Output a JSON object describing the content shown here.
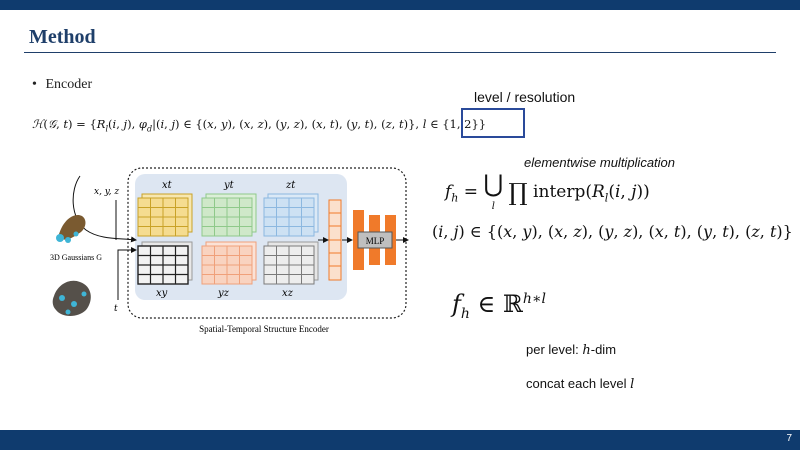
{
  "slide": {
    "title": "Method",
    "bullet": "Encoder",
    "page_number": "7"
  },
  "annotations": {
    "level_resolution": "level / resolution",
    "elementwise": "elementwise multiplication",
    "per_level": "per level: h-dim",
    "concat": "concat each level l"
  },
  "equations": {
    "hashgrid": "ℋ(𝒢, t) = {Rₗ(i, j), φ_d | (i, j) ∈ {(x, y), (x, z), (y, z), (x, t), (y, t), (z, t)}, l ∈ {1, 2}}",
    "fh_def": "f_h = ⋃_l ∏ interp(Rₗ(i, j))",
    "pairs": "(i, j) ∈ {(x, y), (x, z), (y, z), (x, t), (y, t), (z, t)}",
    "fh_dim": "f_h ∈ ℝ^{h*l}"
  },
  "figure": {
    "input_xyz": "x, y, z",
    "input_t": "t",
    "gaussians_label": "3D Gaussians G",
    "planes_top": [
      "xt",
      "yt",
      "zt"
    ],
    "planes_bottom": [
      "xy",
      "yz",
      "xz"
    ],
    "mlp_label": "MLP",
    "encoder_caption": "Spatial-Temporal Structure Encoder"
  },
  "colors": {
    "header_bar": "#0f3b6e",
    "title": "#1f3f6a",
    "highlight_box": "#2a4a9a",
    "mlp_orange": "#f07a2a",
    "plane_gold": "#c9a227",
    "plane_green": "#8fc98a",
    "plane_blue": "#8cb8e0",
    "plane_dark": "#3a3a3a",
    "plane_salmon": "#f0a07a",
    "plane_gray": "#7a7a7a"
  }
}
